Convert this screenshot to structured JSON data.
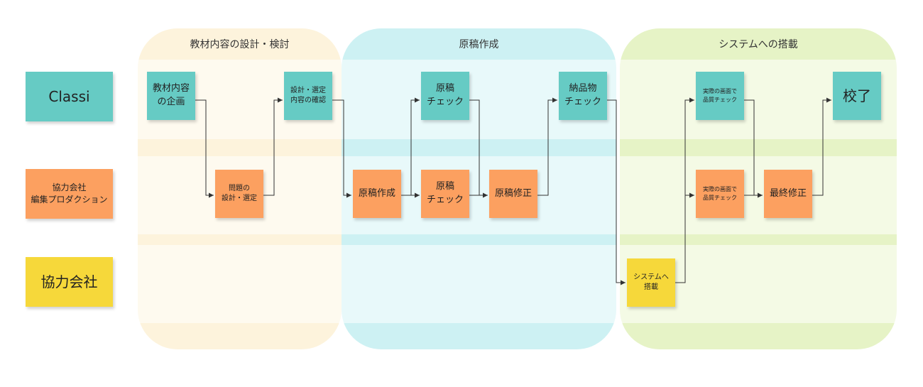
{
  "phases": [
    {
      "title": "教材内容の設計・検討",
      "color": "#fdf3dc"
    },
    {
      "title": "原稿作成",
      "color": "#cdf1f3"
    },
    {
      "title": "システムへの搭載",
      "color": "#e6f3c6"
    }
  ],
  "lanes": [
    {
      "label": "Classi"
    },
    {
      "label": "協力会社\n編集プロダクション"
    },
    {
      "label": "協力会社"
    }
  ],
  "notes": {
    "n1": "教材内容\nの企画",
    "n2": "問題の\n設計・選定",
    "n3": "設計・選定\n内容の確認",
    "n4": "原稿作成",
    "n5": "原稿\nチェック",
    "n6": "原稿\nチェック",
    "n7": "原稿修正",
    "n8": "納品物\nチェック",
    "n9": "システムへ\n搭載",
    "n10": "実際の画面で\n品質チェック",
    "n11": "実際の画面で\n品質チェック",
    "n12": "最終修正",
    "n13": "校了"
  },
  "colors": {
    "classi_note": "#66cbc4",
    "partner_edit_note": "#fca060",
    "partner_note": "#f6d83a",
    "arrow": "#333333"
  }
}
